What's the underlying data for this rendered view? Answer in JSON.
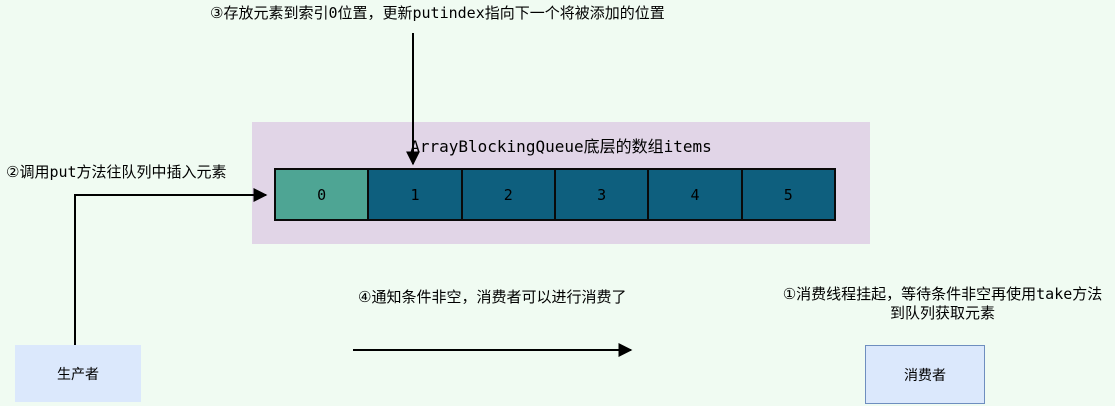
{
  "annotations": {
    "step3": "③存放元素到索引0位置，更新putindex指向下一个将被添加的位置",
    "step2": "②调用put方法往队列中插入元素",
    "step4": "④通知条件非空，消费者可以进行消费了",
    "step1_line1": "①消费线程挂起，等待条件非空再使用take方法",
    "step1_line2": "到队列获取元素"
  },
  "queue": {
    "title": "ArrayBlockingQueue底层的数组items",
    "cells": [
      "0",
      "1",
      "2",
      "3",
      "4",
      "5"
    ],
    "highlight_index": 0
  },
  "actors": {
    "producer": "生产者",
    "consumer": "消费者"
  },
  "colors": {
    "background": "#F0FBF2",
    "queue_container": "#E1D5E7",
    "cell_highlight": "#4EA594",
    "cell_default": "#0E5F7E",
    "cell_border": "#0A0A0A",
    "actor_fill": "#DBE8FC",
    "consumer_border": "#6E8EBF",
    "arrow": "#000000",
    "text": "#000000"
  }
}
